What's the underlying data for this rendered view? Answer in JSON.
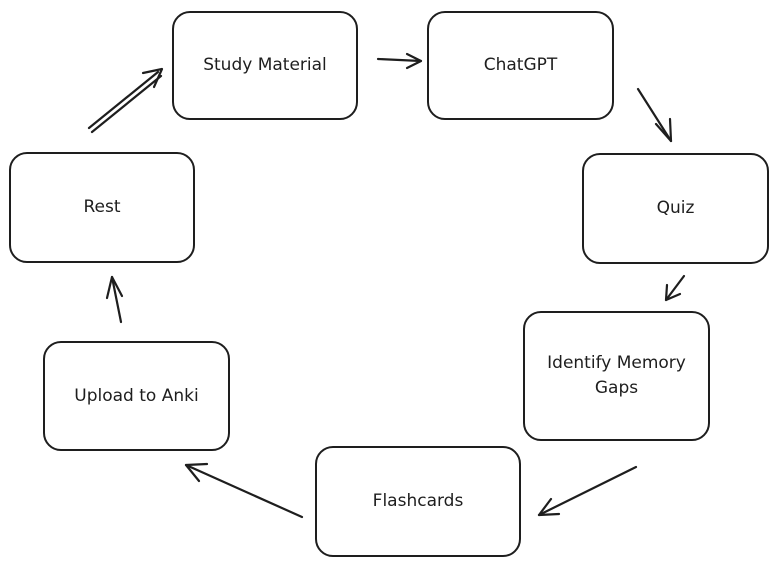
{
  "nodes": {
    "study": "Study Material",
    "chatgpt": "ChatGPT",
    "quiz": "Quiz",
    "gaps_line1": "Identify Memory",
    "gaps_line2": "Gaps",
    "flashcards": "Flashcards",
    "anki": "Upload to Anki",
    "rest": "Rest"
  },
  "edges": [
    {
      "from": "Study Material",
      "to": "ChatGPT"
    },
    {
      "from": "ChatGPT",
      "to": "Quiz"
    },
    {
      "from": "Quiz",
      "to": "Identify Memory Gaps"
    },
    {
      "from": "Identify Memory Gaps",
      "to": "Flashcards"
    },
    {
      "from": "Flashcards",
      "to": "Upload to Anki"
    },
    {
      "from": "Upload to Anki",
      "to": "Rest"
    },
    {
      "from": "Rest",
      "to": "Study Material"
    }
  ],
  "colors": {
    "stroke": "#1e1e1e",
    "background": "#ffffff"
  }
}
